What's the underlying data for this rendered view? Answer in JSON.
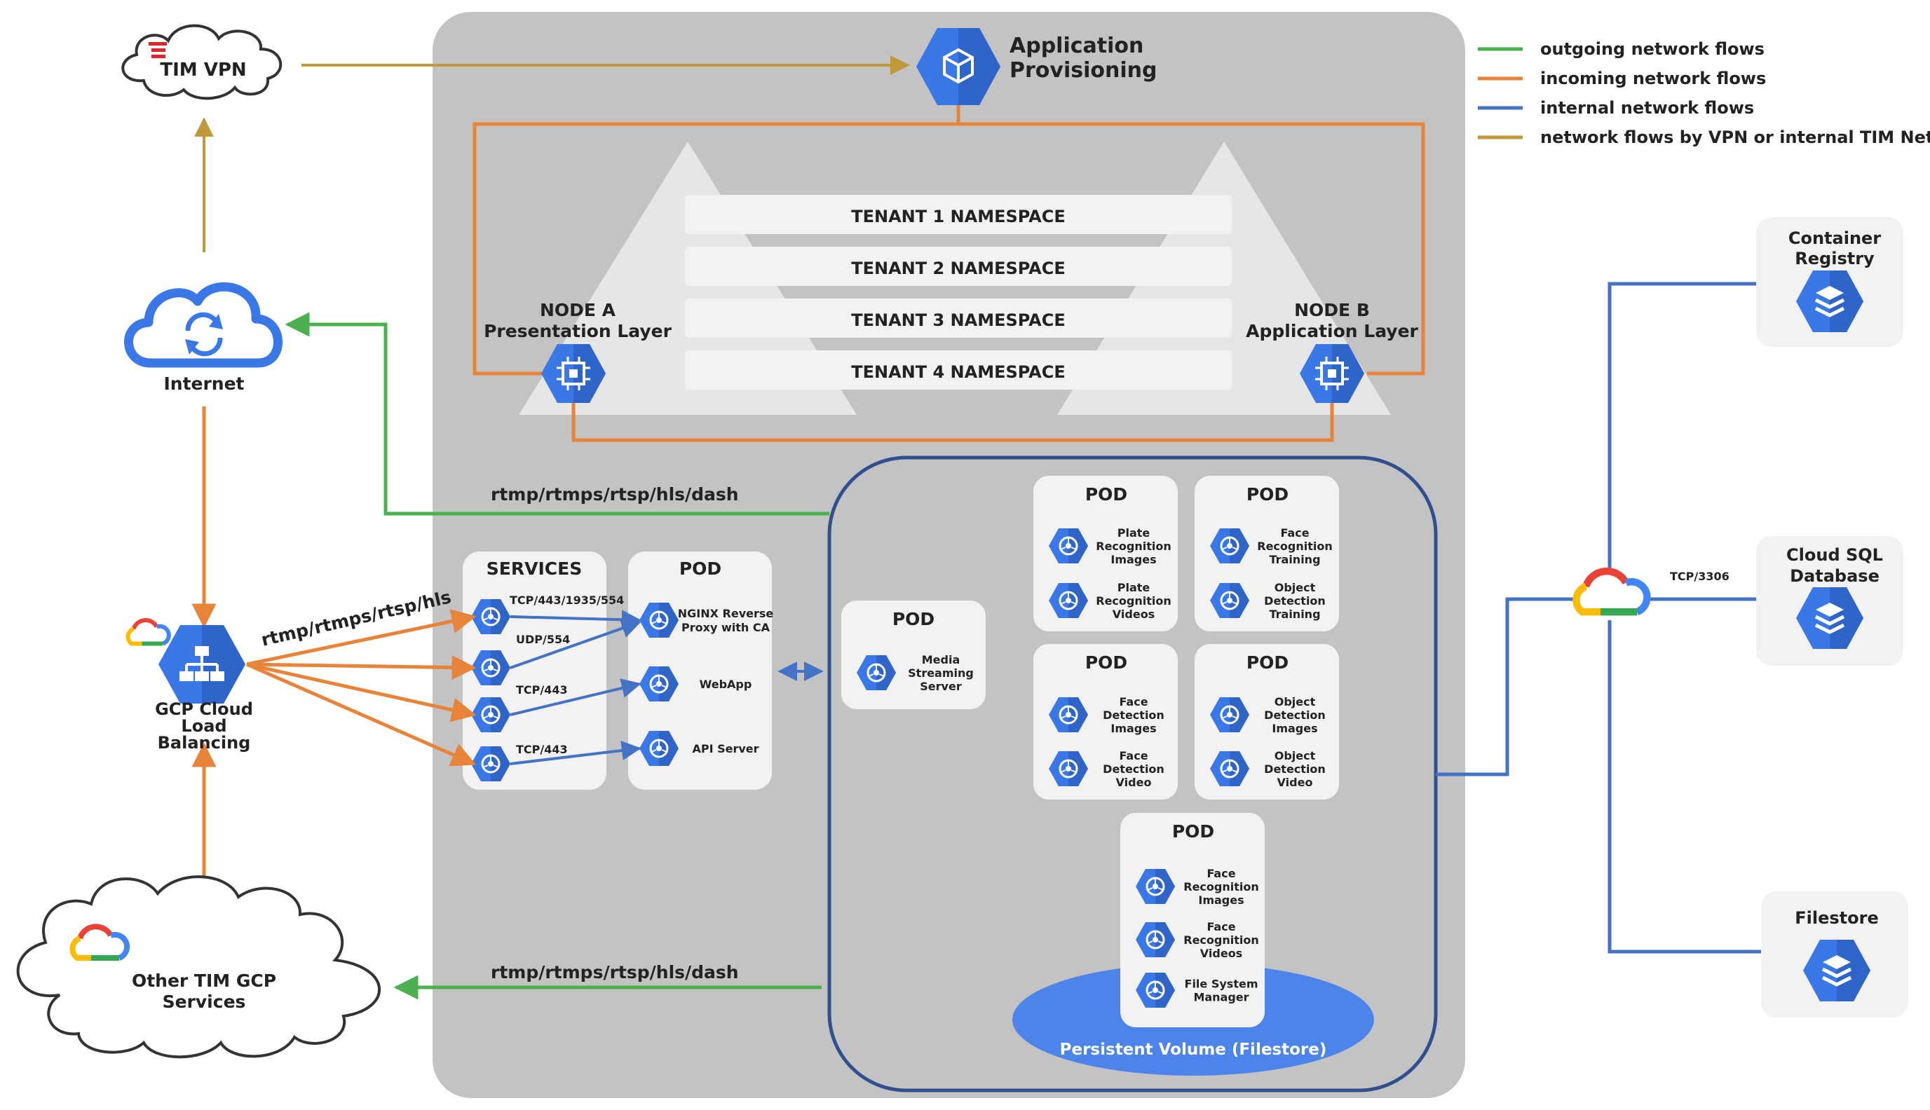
{
  "legend": [
    {
      "label": "outgoing network flows",
      "color": "#4caf50"
    },
    {
      "label": "incoming network flows",
      "color": "#e8833a"
    },
    {
      "label": "internal network flows",
      "color": "#4472c4"
    },
    {
      "label": "network flows by VPN or internal TIM Network",
      "color": "#c09a3a"
    }
  ],
  "colors": {
    "cluster_bg": "#c3c3c3",
    "node_blue": "#3b78e7",
    "node_blue_dark": "#2f64c8",
    "pv_blue": "#4c84ea",
    "outgoing": "#4caf50",
    "incoming": "#e8833a",
    "internal": "#4472c4",
    "vpn": "#c09a3a",
    "cluster_border": "#2f4f8f"
  },
  "external": {
    "tim_vpn": "TIM VPN",
    "internet": "Internet",
    "lb_line1": "GCP Cloud",
    "lb_line2": "Load",
    "lb_line3": "Balancing",
    "other_line1": "Other TIM GCP",
    "other_line2": "Services"
  },
  "app_provisioning": {
    "line1": "Application",
    "line2": "Provisioning"
  },
  "tenants": [
    "TENANT 1 NAMESPACE",
    "TENANT 2 NAMESPACE",
    "TENANT 3 NAMESPACE",
    "TENANT 4 NAMESPACE"
  ],
  "node_a": {
    "line1": "NODE A",
    "line2": "Presentation Layer"
  },
  "node_b": {
    "line1": "NODE B",
    "line2": "Application Layer"
  },
  "flows": {
    "upper_stream": "rtmp/rtmps/rtsp/hls/dash",
    "lower_stream": "rtmp/rtmps/rtsp/hls/dash",
    "lb_stream": "rtmp/rtmps/rtsp/hls",
    "tcp_sql": "TCP/3306"
  },
  "services": {
    "title": "SERVICES",
    "ports": [
      "TCP/443/1935/554",
      "UDP/554",
      "TCP/443",
      "TCP/443"
    ]
  },
  "front_pod": {
    "title": "POD",
    "items": [
      "NGINX Reverse|Proxy with CA",
      "WebApp",
      "API Server"
    ]
  },
  "media_pod": {
    "title": "POD",
    "item": "Media|Streaming|Server"
  },
  "pods": [
    {
      "title": "POD",
      "items": [
        "Plate|Recognition|Images",
        "Plate|Recognition|Videos"
      ]
    },
    {
      "title": "POD",
      "items": [
        "Face|Recognition|Training",
        "Object|Detection|Training"
      ]
    },
    {
      "title": "POD",
      "items": [
        "Face|Detection|Images",
        "Face|Detection|Video"
      ]
    },
    {
      "title": "POD",
      "items": [
        "Object|Detection|Images",
        "Object|Detection|Video"
      ]
    },
    {
      "title": "POD",
      "items": [
        "Face|Recognition|Images",
        "Face|Recognition|Videos",
        "File System|Manager"
      ]
    }
  ],
  "persistent_volume": "Persistent Volume (Filestore)",
  "gcp_services": [
    {
      "line1": "Container",
      "line2": "Registry"
    },
    {
      "line1": "Cloud SQL",
      "line2": "Database"
    },
    {
      "line1": "Filestore",
      "line2": ""
    }
  ],
  "icons": {
    "cube": "cube-icon",
    "chip": "chip-icon",
    "pod": "kubernetes-icon",
    "stack": "storage-stack-icon",
    "gcp": "google-cloud-icon",
    "lb": "load-balancer-icon",
    "sync": "sync-icon"
  }
}
